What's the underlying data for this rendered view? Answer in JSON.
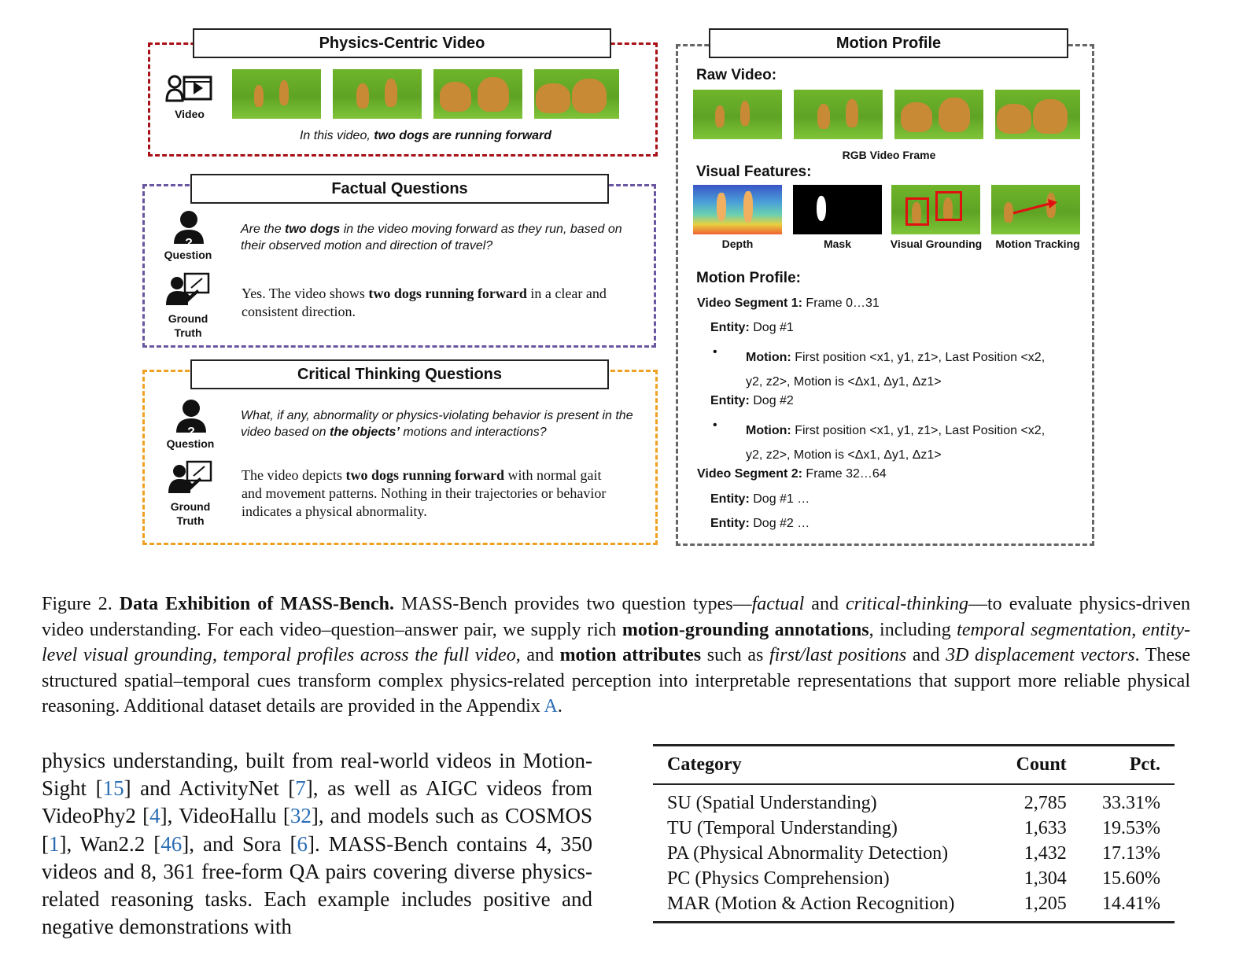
{
  "figure": {
    "physics_video": {
      "title": "Physics-Centric Video",
      "video_label": "Video",
      "caption_prefix": "In this video, ",
      "caption_bold": "two dogs are running forward"
    },
    "factual": {
      "title": "Factual Questions",
      "question_label": "Question",
      "gt_label_1": "Ground",
      "gt_label_2": "Truth",
      "q_part1": "Are the ",
      "q_bold": "two dogs",
      "q_part2": " in the video moving forward as they run, based on their observed motion and direction of travel?",
      "a_part1": "Yes. The video shows ",
      "a_bold": "two dogs running forward",
      "a_part2": " in a clear and consistent direction."
    },
    "critical": {
      "title": "Critical Thinking Questions",
      "question_label": "Question",
      "gt_label_1": "Ground",
      "gt_label_2": "Truth",
      "q_part1": "What, if any, abnormality or physics-violating behavior is present in the video based on ",
      "q_bold": "the objects’",
      "q_part2": " motions and interactions?",
      "a_part1": "The video depicts ",
      "a_bold": "two dogs running forward",
      "a_part2": " with normal gait and movement patterns. Nothing in their trajectories or behavior indicates a physical abnormality."
    },
    "motion_profile": {
      "title": "Motion Profile",
      "raw_video_label": "Raw Video:",
      "rgb_label": "RGB Video Frame",
      "visual_features_label": "Visual Features:",
      "feature_labels": [
        "Depth",
        "Mask",
        "Visual Grounding",
        "Motion Tracking"
      ],
      "profile_heading": "Motion Profile:",
      "seg1_label": "Video Segment 1:",
      "seg1_value": "Frame 0…31",
      "entity_label": "Entity:",
      "entity1_value": "Dog #1",
      "entity2_value": "Dog #2",
      "motion_label": "Motion:",
      "motion_line1": "First position <x1, y1, z1>, Last Position <x2,",
      "motion_line2": "y2, z2>, Motion is <Δx1, Δy1, Δz1>",
      "bullet": "•",
      "seg2_label": "Video Segment 2:",
      "seg2_value": "Frame 32…64",
      "entity1_more": "Dog #1 …",
      "entity2_more": "Dog #2 …"
    }
  },
  "caption": {
    "fig_label": "Figure 2.",
    "bold_title": "Data Exhibition of MASS-Bench.",
    "t1": " MASS-Bench provides two question types—",
    "i1": "factual",
    "t2": " and ",
    "i2": "critical-thinking",
    "t3": "—to evaluate physics-driven video understanding. For each video–question–answer pair, we supply rich ",
    "b1": "motion-grounding annotations",
    "t4": ", including ",
    "i3": "temporal segmentation",
    "t5": ", ",
    "i4": "entity-level visual grounding",
    "t6": ", ",
    "i5": "temporal profiles across the full video",
    "t7": ", and ",
    "b2": "motion attributes",
    "t8": " such as ",
    "i6": "first/last positions",
    "t9": " and ",
    "i7": "3D displacement vectors",
    "t10": ". These structured spatial–temporal cues transform complex physics-related perception into interpretable representations that support more reliable physical reasoning. Additional dataset details are provided in the Appendix ",
    "link": "A",
    "t11": "."
  },
  "body": {
    "p1": "physics understanding, built from real-world videos in Motion-Sight [",
    "r15": "15",
    "p2": "] and ActivityNet [",
    "r7": "7",
    "p3": "], as well as AIGC videos from VideoPhy2 [",
    "r4": "4",
    "p4": "], VideoHallu [",
    "r32": "32",
    "p5": "], and models such as COSMOS [",
    "r1": "1",
    "p6": "], Wan2.2 [",
    "r46": "46",
    "p7": "], and Sora [",
    "r6": "6",
    "p8": "]. MASS-Bench contains 4, 350 videos and 8, 361 free-form QA pairs covering diverse physics-related reasoning tasks. Each example includes positive and negative demonstrations with"
  },
  "table": {
    "headers": [
      "Category",
      "Count",
      "Pct."
    ],
    "rows": [
      [
        "SU (Spatial Understanding)",
        "2,785",
        "33.31%"
      ],
      [
        "TU (Temporal Understanding)",
        "1,633",
        "19.53%"
      ],
      [
        "PA (Physical Abnormality Detection)",
        "1,432",
        "17.13%"
      ],
      [
        "PC (Physics Comprehension)",
        "1,304",
        "15.60%"
      ],
      [
        "MAR (Motion & Action Recognition)",
        "1,205",
        "14.41%"
      ]
    ]
  }
}
